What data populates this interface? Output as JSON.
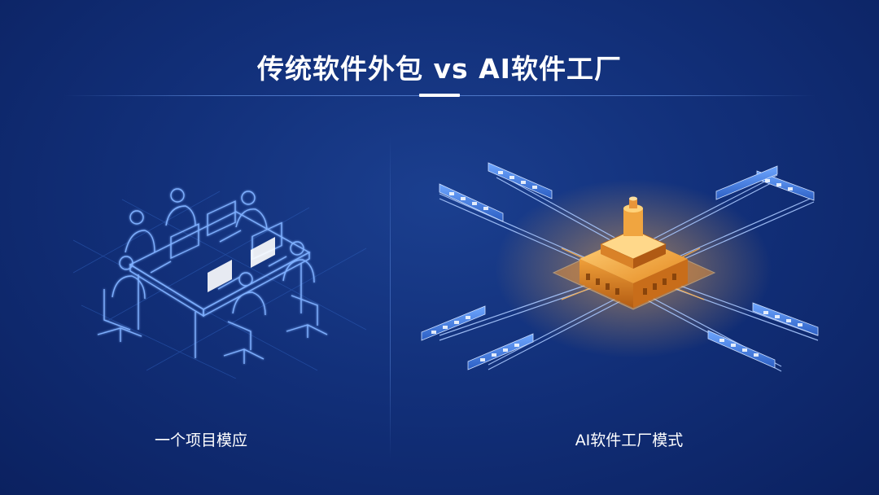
{
  "header": {
    "title": "传统软件外包 vs AI软件工厂"
  },
  "left": {
    "caption": "一个项目模应",
    "illustration": "team-at-desks-line-art"
  },
  "right": {
    "caption": "AI软件工厂模式",
    "illustration": "golden-factory-chip-with-pipelines"
  },
  "colors": {
    "background": "#12307a",
    "line": "#6fa4ff",
    "gold": "#f2a23a",
    "text": "#ffffff"
  }
}
